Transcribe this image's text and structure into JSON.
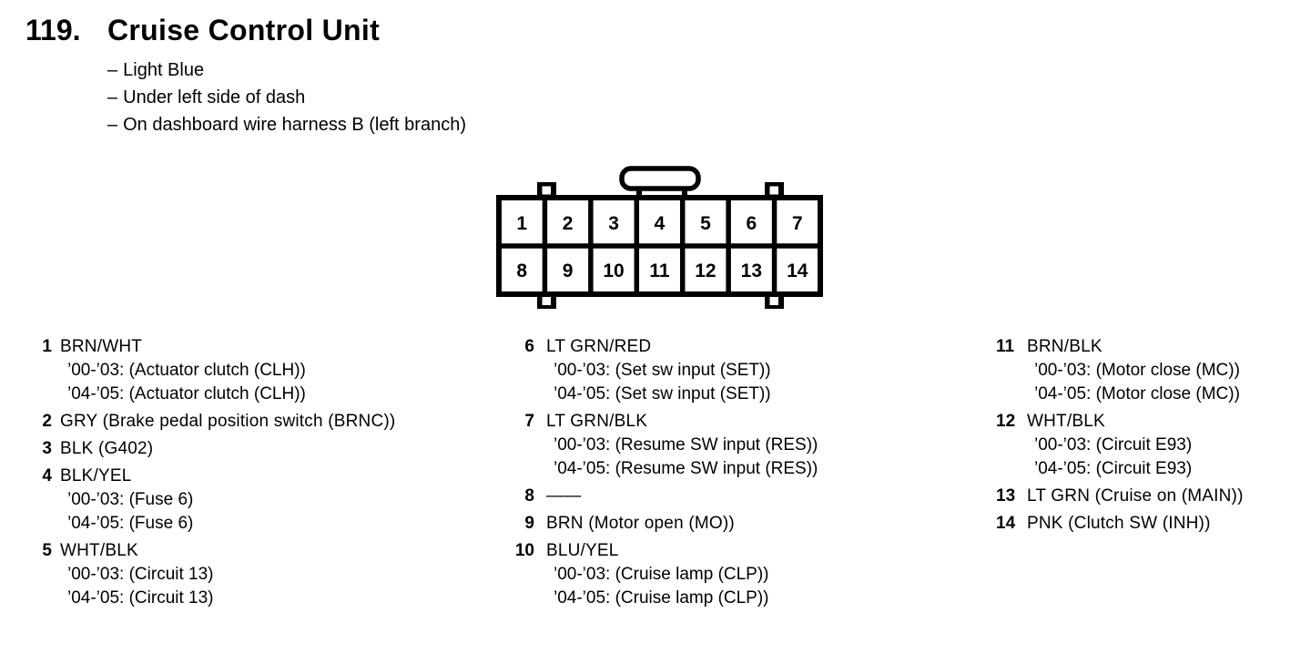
{
  "page": {
    "title_number": "119.",
    "title": "Cruise Control Unit",
    "note_dash": "–",
    "notes": [
      "Light Blue",
      "Under left side of dash",
      "On dashboard wire harness B (left branch)"
    ]
  },
  "connector": {
    "top_row": [
      "1",
      "2",
      "3",
      "4",
      "5",
      "6",
      "7"
    ],
    "bottom_row": [
      "8",
      "9",
      "10",
      "11",
      "12",
      "13",
      "14"
    ]
  },
  "legend": {
    "columns": [
      {
        "blocks": [
          {
            "pin": "1",
            "lines": [
              "BRN/WHT",
              "’00-’03: (Actuator clutch (CLH))",
              "’04-’05: (Actuator clutch (CLH))"
            ]
          },
          {
            "pin": "2",
            "lines": [
              "GRY (Brake pedal position switch (BRNC))"
            ]
          },
          {
            "pin": "3",
            "lines": [
              "BLK (G402)"
            ]
          },
          {
            "pin": "4",
            "lines": [
              "BLK/YEL",
              "’00-’03: (Fuse 6)",
              "’04-’05: (Fuse 6)"
            ]
          },
          {
            "pin": "5",
            "lines": [
              "WHT/BLK",
              "’00-’03: (Circuit 13)",
              "’04-’05: (Circuit 13)"
            ]
          }
        ]
      },
      {
        "blocks": [
          {
            "pin": "6",
            "lines": [
              "LT GRN/RED",
              "’00-’03: (Set sw input (SET))",
              "’04-’05: (Set sw input (SET))"
            ]
          },
          {
            "pin": "7",
            "lines": [
              "LT GRN/BLK",
              "’00-’03: (Resume SW input (RES))",
              "’04-’05: (Resume SW input (RES))"
            ]
          },
          {
            "pin": "8",
            "lines": [
              "——"
            ]
          },
          {
            "pin": "9",
            "lines": [
              "BRN (Motor open (MO))"
            ]
          },
          {
            "pin": "10",
            "lines": [
              "BLU/YEL",
              "’00-’03: (Cruise lamp (CLP))",
              "’04-’05: (Cruise lamp (CLP))"
            ]
          }
        ]
      },
      {
        "blocks": [
          {
            "pin": "11",
            "lines": [
              "BRN/BLK",
              "’00-’03: (Motor close (MC))",
              "’04-’05: (Motor close (MC))"
            ]
          },
          {
            "pin": "12",
            "lines": [
              "WHT/BLK",
              "’00-’03: (Circuit E93)",
              "’04-’05: (Circuit E93)"
            ]
          },
          {
            "pin": "13",
            "lines": [
              "LT GRN (Cruise on (MAIN))"
            ]
          },
          {
            "pin": "14",
            "lines": [
              "PNK (Clutch SW (INH))"
            ]
          }
        ]
      }
    ]
  },
  "colors": {
    "ink": "#000000",
    "paper": "#ffffff"
  }
}
